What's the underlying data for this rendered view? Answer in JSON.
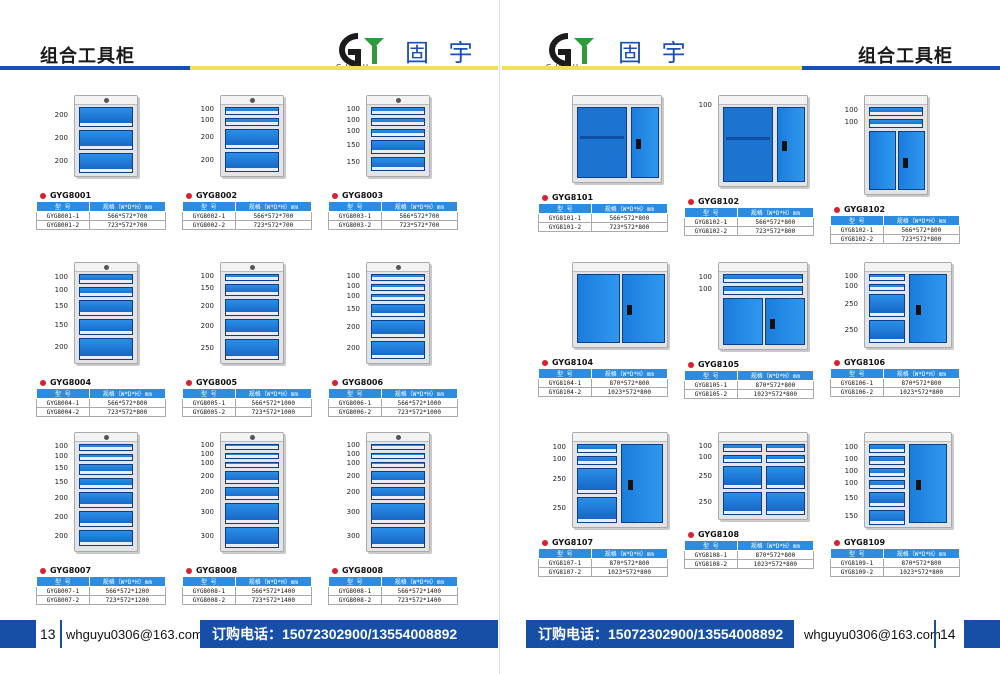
{
  "left": {
    "title": "组合工具柜",
    "brand": "固 宇",
    "logo_text": "GUYU",
    "page_number": "13",
    "email": "whguyu0306@163.com",
    "phone": "订购电话：15072302900/13554008892",
    "header": [
      "型  号",
      "规格（W*D*H）mm"
    ],
    "products": [
      {
        "model": "GYG8001",
        "rows": [
          [
            "GYG8001-1",
            "566*572*700"
          ],
          [
            "GYG8001-2",
            "723*572*700"
          ]
        ],
        "labels": [
          "200",
          "200",
          "200"
        ]
      },
      {
        "model": "GYG8002",
        "rows": [
          [
            "GYG8002-1",
            "566*572*700"
          ],
          [
            "GYG8002-2",
            "723*572*700"
          ]
        ],
        "labels": [
          "100",
          "100",
          "200",
          "200"
        ]
      },
      {
        "model": "GYG8003",
        "rows": [
          [
            "GYG8003-1",
            "566*572*700"
          ],
          [
            "GYG8003-2",
            "723*572*700"
          ]
        ],
        "labels": [
          "100",
          "100",
          "100",
          "150",
          "150"
        ]
      },
      {
        "model": "GYG8004",
        "rows": [
          [
            "GYG8004-1",
            "566*572*800"
          ],
          [
            "GYG8004-2",
            "723*572*800"
          ]
        ],
        "labels": [
          "100",
          "100",
          "150",
          "150",
          "200"
        ]
      },
      {
        "model": "GYG8005",
        "rows": [
          [
            "GYG8005-1",
            "566*572*1000"
          ],
          [
            "GYG8005-2",
            "723*572*1000"
          ]
        ],
        "labels": [
          "100",
          "150",
          "200",
          "200",
          "250"
        ]
      },
      {
        "model": "GYG8006",
        "rows": [
          [
            "GYG8006-1",
            "566*572*1000"
          ],
          [
            "GYG8006-2",
            "723*572*1000"
          ]
        ],
        "labels": [
          "100",
          "100",
          "100",
          "150",
          "200",
          "200"
        ]
      },
      {
        "model": "GYG8007",
        "rows": [
          [
            "GYG8007-1",
            "566*572*1200"
          ],
          [
            "GYG8007-2",
            "723*572*1200"
          ]
        ],
        "labels": [
          "100",
          "100",
          "150",
          "150",
          "200",
          "200",
          "200"
        ]
      },
      {
        "model": "GYG8008",
        "rows": [
          [
            "GYG8008-1",
            "566*572*1400"
          ],
          [
            "GYG8008-2",
            "723*572*1400"
          ]
        ],
        "labels": [
          "100",
          "100",
          "100",
          "200",
          "200",
          "300",
          "300"
        ]
      },
      {
        "model": "GYG8008",
        "rows": [
          [
            "GYG8008-1",
            "566*572*1400"
          ],
          [
            "GYG8008-2",
            "723*572*1400"
          ]
        ],
        "labels": [
          "100",
          "100",
          "100",
          "200",
          "200",
          "300",
          "300"
        ]
      }
    ]
  },
  "right": {
    "title": "组合工具柜",
    "brand": "固 宇",
    "logo_text": "GUYU",
    "page_number": "14",
    "email": "whguyu0306@163.com",
    "phone": "订购电话：15072302900/13554008892",
    "header": [
      "型  号",
      "规格（W*D*H）mm"
    ],
    "products": [
      {
        "model": "GYG8101",
        "rows": [
          [
            "GYG8101-1",
            "566*572*800"
          ],
          [
            "GYG8101-2",
            "723*572*800"
          ]
        ],
        "labels": []
      },
      {
        "model": "GYG8102",
        "rows": [
          [
            "GYG8102-1",
            "566*572*800"
          ],
          [
            "GYG8102-2",
            "723*572*800"
          ]
        ],
        "labels": [
          "100"
        ]
      },
      {
        "model": "GYG8102",
        "rows": [
          [
            "GYG8102-1",
            "566*572*800"
          ],
          [
            "GYG8102-2",
            "723*572*800"
          ]
        ],
        "labels": [
          "100",
          "100"
        ]
      },
      {
        "model": "GYG8104",
        "rows": [
          [
            "GYG8104-1",
            "870*572*800"
          ],
          [
            "GYG8104-2",
            "1023*572*800"
          ]
        ],
        "labels": []
      },
      {
        "model": "GYG8105",
        "rows": [
          [
            "GYG8105-1",
            "870*572*800"
          ],
          [
            "GYG8105-2",
            "1023*572*800"
          ]
        ],
        "labels": [
          "100",
          "100"
        ]
      },
      {
        "model": "GYG8106",
        "rows": [
          [
            "GYG8106-1",
            "870*572*800"
          ],
          [
            "GYG8106-2",
            "1023*572*800"
          ]
        ],
        "labels": [
          "100",
          "100",
          "250",
          "250"
        ]
      },
      {
        "model": "GYG8107",
        "rows": [
          [
            "GYG8107-1",
            "870*572*800"
          ],
          [
            "GYG8107-2",
            "1023*572*800"
          ]
        ],
        "labels": [
          "100",
          "100",
          "250",
          "250"
        ]
      },
      {
        "model": "GYG8108",
        "rows": [
          [
            "GYG8108-1",
            "870*572*800"
          ],
          [
            "GYG8108-2",
            "1023*572*800"
          ]
        ],
        "labels": [
          "100",
          "100",
          "250",
          "250"
        ]
      },
      {
        "model": "GYG8109",
        "rows": [
          [
            "GYG8109-1",
            "870*572*800"
          ],
          [
            "GYG8109-2",
            "1023*572*800"
          ]
        ],
        "labels": [
          "100",
          "100",
          "100",
          "100",
          "150",
          "150"
        ]
      }
    ]
  },
  "colors": {
    "brand_blue": "#174ea6",
    "accent_yellow": "#f0e05a",
    "cabinet_blue": "#1f7fe0",
    "dot_red": "#d8202f"
  }
}
